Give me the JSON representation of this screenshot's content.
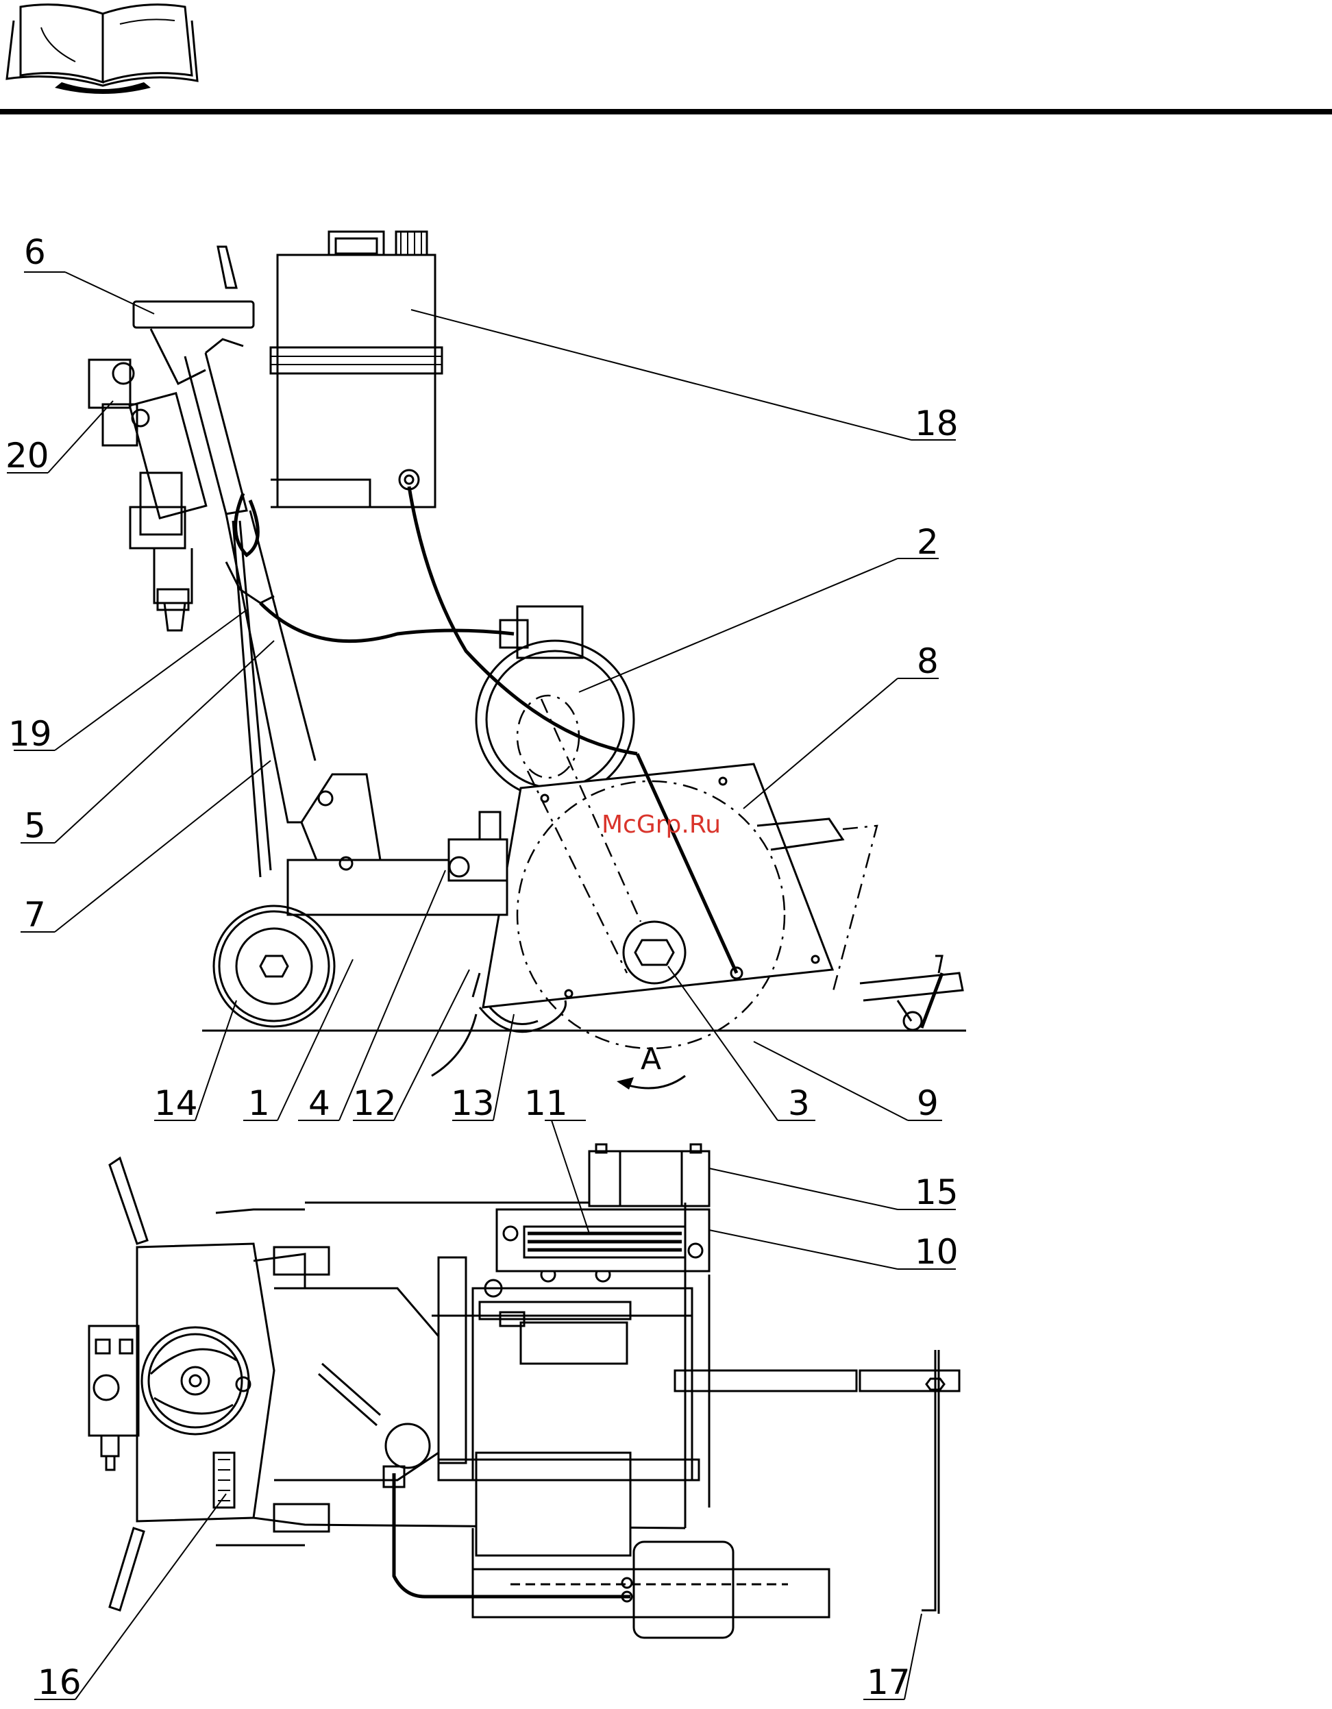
{
  "header": {
    "icon": "open-book-icon"
  },
  "watermark": "McGrp.Ru",
  "side_view": {
    "callouts": [
      "6",
      "18",
      "20",
      "2",
      "8",
      "19",
      "5",
      "7",
      "14",
      "1",
      "4",
      "12",
      "13",
      "3",
      "9"
    ],
    "rotation_label": "A"
  },
  "top_view": {
    "callouts": [
      "11",
      "15",
      "10",
      "16",
      "17"
    ]
  }
}
